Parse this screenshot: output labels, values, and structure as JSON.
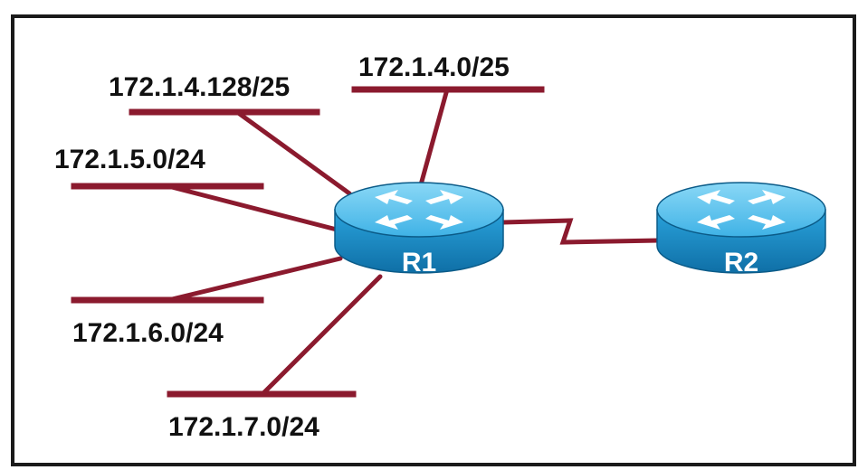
{
  "diagram": {
    "networks": {
      "net_4_128": "172.1.4.128/25",
      "net_4_0": "172.1.4.0/25",
      "net_5_0": "172.1.5.0/24",
      "net_6_0": "172.1.6.0/24",
      "net_7_0": "172.1.7.0/24"
    },
    "routers": {
      "r1": "R1",
      "r2": "R2"
    },
    "colors": {
      "link": "#8b1a2e",
      "router_top": "#5ec4ee",
      "router_side": "#1a8dc6",
      "border": "#1a1a1a"
    }
  }
}
